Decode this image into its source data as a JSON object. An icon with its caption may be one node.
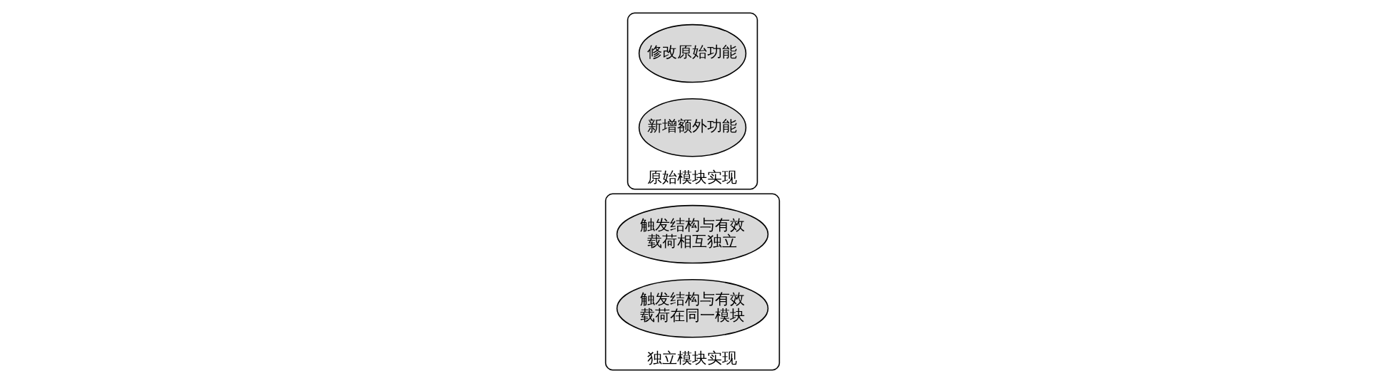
{
  "diagram": {
    "nodes": [
      {
        "text": [
          "独立模块实现"
        ]
      },
      {
        "text": [
          "触发结构与有效载荷相互独立"
        ],
        "in": 0
      },
      {
        "text": [
          "触发结构与有效载荷在同一模块"
        ],
        "in": 0
      },
      {
        "text": [
          "原始模块实现"
        ]
      },
      {
        "text": [
          "修改原始功能"
        ],
        "in": 3
      },
      {
        "text": [
          "新增额外功能"
        ],
        "in": 3
      }
    ],
    "edges": []
  }
}
